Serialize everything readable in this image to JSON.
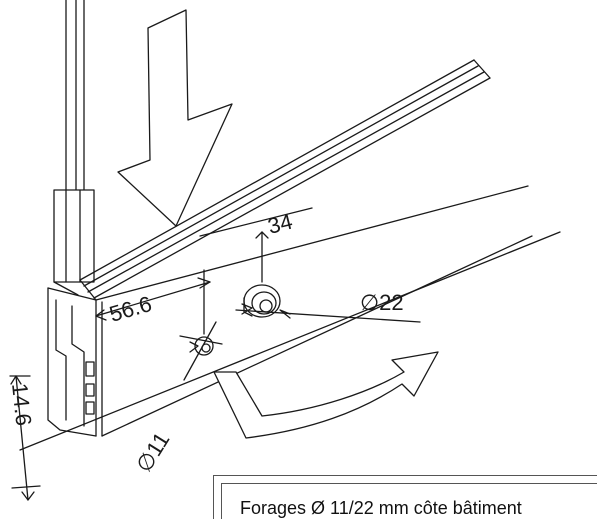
{
  "dimensions": {
    "width_34": "34",
    "width_56_6": "56.6",
    "diameter_22": "∅22",
    "diameter_11": "∅11",
    "height_14_6": "14.6"
  },
  "caption": {
    "text": "Forages Ø 11/22 mm côte bâtiment"
  },
  "colors": {
    "line": "#1a1a1a",
    "background": "#ffffff"
  }
}
